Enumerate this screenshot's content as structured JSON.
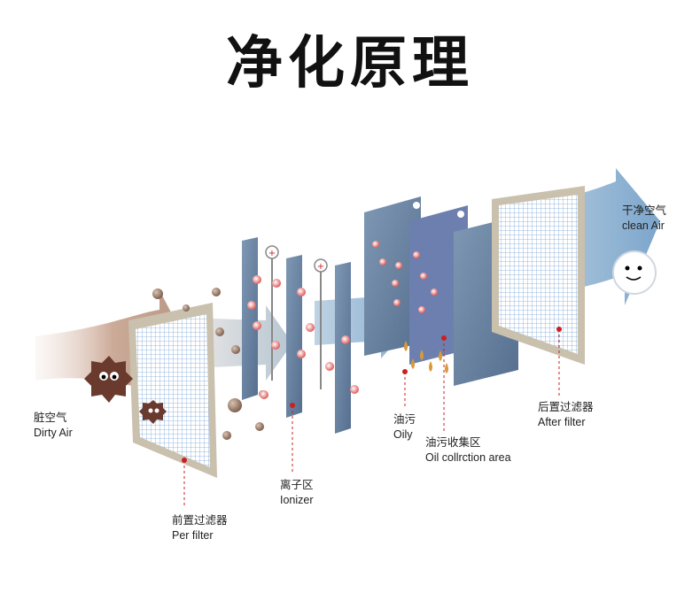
{
  "title": "净化原理",
  "labels": {
    "dirty_air_cn": "脏空气",
    "dirty_air_en": "Dirty Air",
    "pre_filter_cn": "前置过滤器",
    "pre_filter_en": "Per filter",
    "ionizer_cn": "离子区",
    "ionizer_en": "Ionizer",
    "oily_cn": "油污",
    "oily_en": "Oily",
    "oil_collection_cn": "油污收集区",
    "oil_collection_en": "Oil collrction area",
    "after_filter_cn": "后置过滤器",
    "after_filter_en": "After filter",
    "clean_air_cn": "干净空气",
    "clean_air_en": "clean Air"
  },
  "colors": {
    "dirty_flow": "#c9a28e",
    "grey_flow": "#b5c3cc",
    "blue_flow": "#6f9ec2",
    "filter_frame": "#c9c0ad",
    "plate_blue": "#6b86a6",
    "collector_blue": "#5d7a9d",
    "pointer_red": "#cc1f1f"
  }
}
